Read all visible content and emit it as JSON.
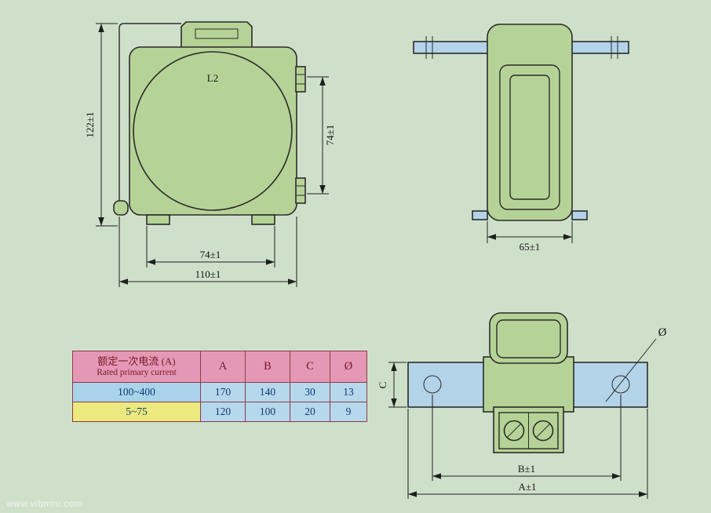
{
  "watermark": "www.vibmro.com",
  "front_view": {
    "part_label": "L2",
    "dim_height": "122±1",
    "dim_terminals": "74±1",
    "dim_feet": "74±1",
    "dim_width": "110±1"
  },
  "side_view": {
    "dim_width": "65±1"
  },
  "bottom_view": {
    "dim_b": "B±1",
    "dim_a": "A±1",
    "dim_c": "C",
    "dim_diameter": "Ø"
  },
  "table": {
    "header_cn": "额定一次电流 (A)",
    "header_en": "Rated primary current",
    "columns": [
      "A",
      "B",
      "C",
      "Ø"
    ],
    "rows": [
      {
        "range": "100~400",
        "values": [
          "170",
          "140",
          "30",
          "13"
        ]
      },
      {
        "range": "5~75",
        "values": [
          "120",
          "100",
          "20",
          "9"
        ]
      }
    ]
  },
  "colors": {
    "background": "#cfe0ca",
    "body_green": "#b6d397",
    "bar_blue": "#b3d3e8",
    "table_header_pink": "#e598b5",
    "row_blue": "#a8d3ea",
    "row_yellow": "#ece97e",
    "cell_blue": "#b5d8ec",
    "line": "#2b2b2b"
  }
}
